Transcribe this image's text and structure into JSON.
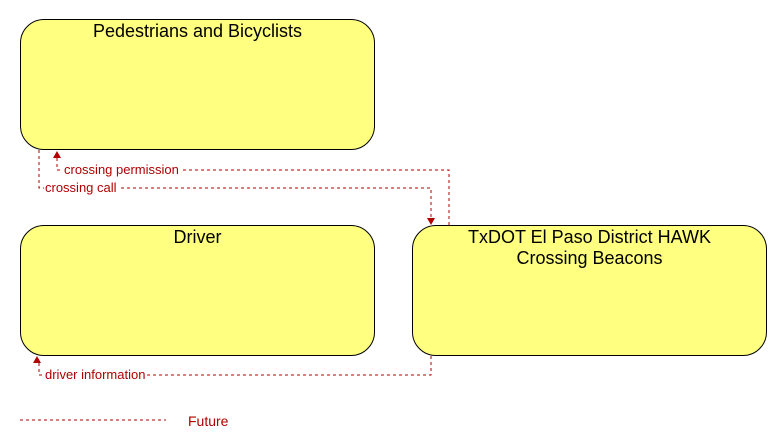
{
  "nodes": {
    "pedestrians": "Pedestrians and Bicyclists",
    "driver": "Driver",
    "hawk": "TxDOT El Paso District HAWK\nCrossing Beacons"
  },
  "flows": {
    "crossing_permission": "crossing permission",
    "crossing_call": "crossing call",
    "driver_information": "driver information"
  },
  "legend": {
    "future": "Future"
  },
  "colors": {
    "node_fill": "#ffff80",
    "flow_line": "#b00000"
  }
}
